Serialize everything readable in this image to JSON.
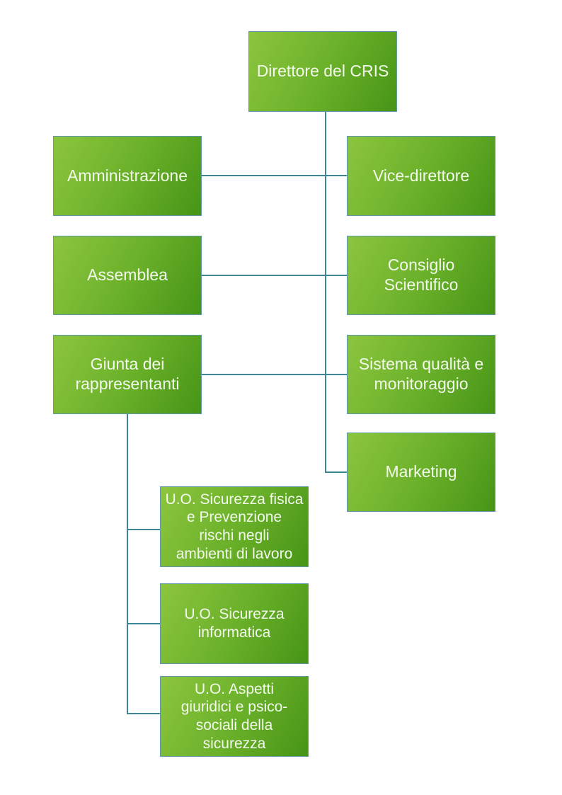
{
  "diagram": {
    "type": "org-chart",
    "language": "it",
    "nodes": [
      {
        "id": "direttore-del-cris",
        "label": "Direttore del CRIS"
      },
      {
        "id": "amministrazione",
        "label": "Amministrazione"
      },
      {
        "id": "vice-direttore",
        "label": "Vice-direttore"
      },
      {
        "id": "assemblea",
        "label": "Assemblea"
      },
      {
        "id": "consiglio-scientifico",
        "label": "Consiglio\nScientifico"
      },
      {
        "id": "giunta-dei-rappresentanti",
        "label": "Giunta dei\nrappresentanti"
      },
      {
        "id": "sistema-qualita",
        "label": "Sistema qualità e\nmonitoraggio"
      },
      {
        "id": "marketing",
        "label": "Marketing"
      },
      {
        "id": "uo-sicurezza-fisica",
        "label": "U.O. Sicurezza fisica\ne Prevenzione\nrischi negli\nambienti di lavoro"
      },
      {
        "id": "uo-sicurezza-informatica",
        "label": "U.O. Sicurezza\ninformatica"
      },
      {
        "id": "uo-aspetti-giuridici",
        "label": "U.O. Aspetti\ngiuridici e psico-\nsociali della\nsicurezza"
      }
    ],
    "edges": [
      {
        "from": "direttore-del-cris",
        "to": "amministrazione"
      },
      {
        "from": "direttore-del-cris",
        "to": "vice-direttore"
      },
      {
        "from": "direttore-del-cris",
        "to": "assemblea"
      },
      {
        "from": "direttore-del-cris",
        "to": "consiglio-scientifico"
      },
      {
        "from": "direttore-del-cris",
        "to": "giunta-dei-rappresentanti"
      },
      {
        "from": "direttore-del-cris",
        "to": "sistema-qualita"
      },
      {
        "from": "direttore-del-cris",
        "to": "marketing"
      },
      {
        "from": "giunta-dei-rappresentanti",
        "to": "uo-sicurezza-fisica"
      },
      {
        "from": "giunta-dei-rappresentanti",
        "to": "uo-sicurezza-informatica"
      },
      {
        "from": "giunta-dei-rappresentanti",
        "to": "uo-aspetti-giuridici"
      }
    ]
  },
  "style": {
    "page_bg": "#ffffff",
    "node_grad_top": "#8dc53f",
    "node_grad_mid": "#68af28",
    "node_grad_bottom": "#479417",
    "node_border": "#5e99a8",
    "node_text": "#f3f9ec",
    "connector": "#3e8596"
  }
}
